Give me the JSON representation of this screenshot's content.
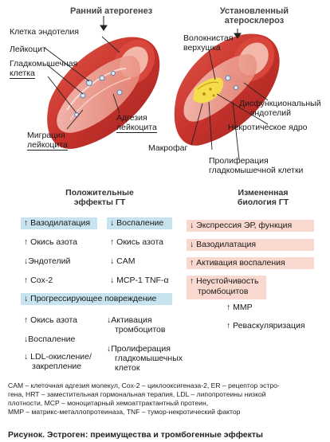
{
  "diagram": {
    "early_title": "Ранний атерогенез",
    "established_title_1": "Установленный",
    "established_title_2": "атеросклероз",
    "labels": {
      "endothelial_cell": "Клетка эндотелия",
      "leukocyte": "Лейкоцит",
      "smc_1": "Гладкомышечная",
      "smc_2": "клетка",
      "adhesion_1": "Адгезия",
      "adhesion_2": "лейкоцита",
      "migration_1": "Миграция",
      "migration_2": "лейкоцита",
      "fibrous_cap_1": "Волокнистая",
      "fibrous_cap_2": "верхушка",
      "dysfunction_1": "Дисфункциональный",
      "dysfunction_2": "эндотелий",
      "necrotic_core": "Некротическое ядро",
      "macrophage": "Макрофаг",
      "proliferation_1": "Пролиферация",
      "proliferation_2": "гладкомышечной клетки"
    }
  },
  "positive": {
    "header_1": "Положительные",
    "header_2": "эффекты ГТ",
    "col1": [
      "↑ Вазодилатация",
      "↑ Окись азота",
      "↓Эндотелий",
      "↑ Cox-2"
    ],
    "col2": [
      "↓ Воспаление",
      "↑ Окись азота",
      "↓ CAM",
      "↓ MCP-1 TNF-α"
    ],
    "progressive": "↓ Прогрессирующее повреждение",
    "lower_col1": [
      "↑ Окись азота",
      "↓Воспаление",
      "↓ LDL-окисление/",
      "закрепление"
    ],
    "lower_col2": [
      "↓Активация",
      "тромбоцитов",
      "↓Пролиферация",
      "гладкомышечных",
      "клеток"
    ]
  },
  "altered": {
    "header_1": "Измененная",
    "header_2": "биология ГТ",
    "items": [
      "↓ Экспрессия ЭР, функция",
      "↓ Вазодилатация",
      "↑ Активация воспаления",
      "↑ Неустойчивость",
      "тромбоцитов"
    ],
    "mmp": "↑ MMP",
    "revasc": "↑ Реваскуляризация"
  },
  "footnote": {
    "line1": "CAM – клеточная адгезия молекул, Cox-2 – циклооксигеназа-2, ER – рецептор эстро-",
    "line2": "гена, HRT – заместительная гормональная терапия, LDL – липопротеины низкой",
    "line3": "плотности, MCP – моноцитарный хемоаттрактантный протеин,",
    "line4": "MMP – матрикс-металлопротеиназа, TNF – тумор-некротический фактор"
  },
  "caption": "Рисунок. Эстроген: преимущества и тромбогенные эффекты",
  "colors": {
    "blue_box": "#c6e3ee",
    "pink_box": "#f9d9cf",
    "vessel_red": "#c8322c",
    "vessel_pink": "#f2b4a6",
    "plaque_yellow": "#f4dc4a"
  }
}
